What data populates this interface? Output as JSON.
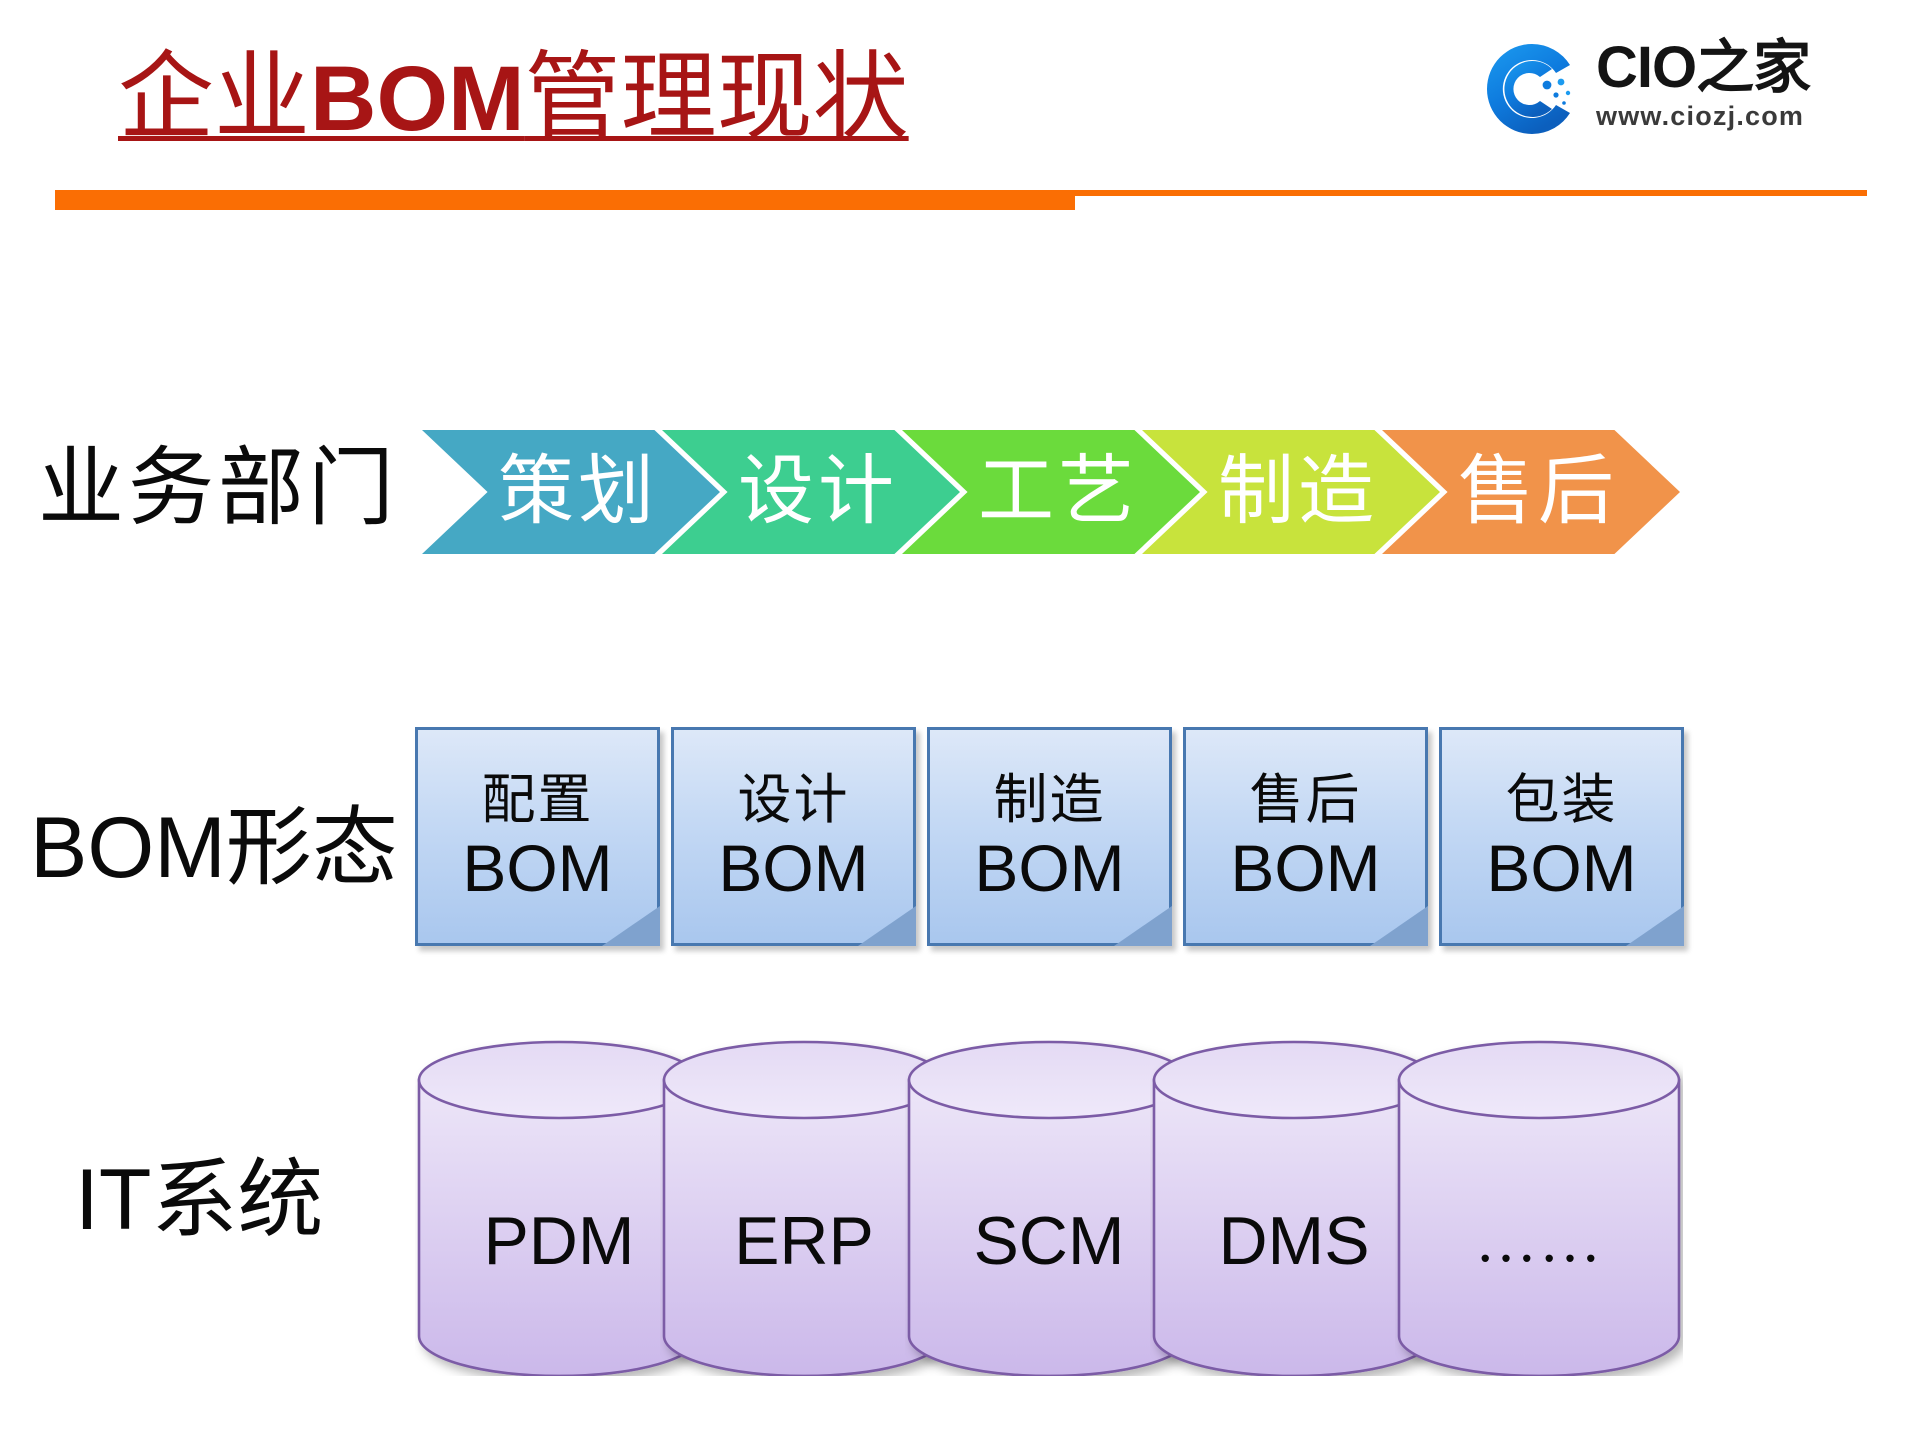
{
  "slide": {
    "title_cn_1": "企业",
    "title_lat": "BOM",
    "title_cn_2": "管理现状",
    "title_full": "企业BOM管理现状",
    "accent_color": "#FA6E04",
    "title_color": "#A71515",
    "background": "#FFFFFF"
  },
  "logo": {
    "mark_name": "cio-circular-c-logo",
    "mark_color": "#0E7BDE",
    "brand_lat": "CIO",
    "brand_cn": "之家",
    "brand": "CIO之家",
    "url": "www.ciozj.com"
  },
  "rows": [
    {
      "label": "业务部门",
      "key": "departments"
    },
    {
      "label": "BOM形态",
      "label_lat": "BOM",
      "label_cn": "形态",
      "key": "bom_forms"
    },
    {
      "label": "IT系统",
      "label_lat": "IT",
      "label_cn": "系统",
      "key": "it_systems"
    }
  ],
  "departments": [
    {
      "label": "策划",
      "color": "#45A8C4"
    },
    {
      "label": "设计",
      "color": "#3DCE90"
    },
    {
      "label": "工艺",
      "color": "#6BDB3C"
    },
    {
      "label": "制造",
      "color": "#C8E33C"
    },
    {
      "label": "售后",
      "color": "#F1934A"
    }
  ],
  "bom_forms": [
    {
      "cn": "配置",
      "en": "BOM"
    },
    {
      "cn": "设计",
      "en": "BOM"
    },
    {
      "cn": "制造",
      "en": "BOM"
    },
    {
      "cn": "售后",
      "en": "BOM"
    },
    {
      "cn": "包装",
      "en": "BOM"
    }
  ],
  "it_systems": [
    {
      "label": "PDM"
    },
    {
      "label": "ERP"
    },
    {
      "label": "SCM"
    },
    {
      "label": "DMS"
    },
    {
      "label": "……"
    }
  ],
  "shape_colors": {
    "card_border": "#4878B0",
    "card_fill_top": "#DDE8F8",
    "card_fill_bottom": "#A9C7EE",
    "card_fold": "#7FA2CE",
    "cylinder_stroke": "#7B5BA6",
    "cylinder_fill_top": "#EDE6F8",
    "cylinder_fill_bottom": "#CBB8EA"
  }
}
